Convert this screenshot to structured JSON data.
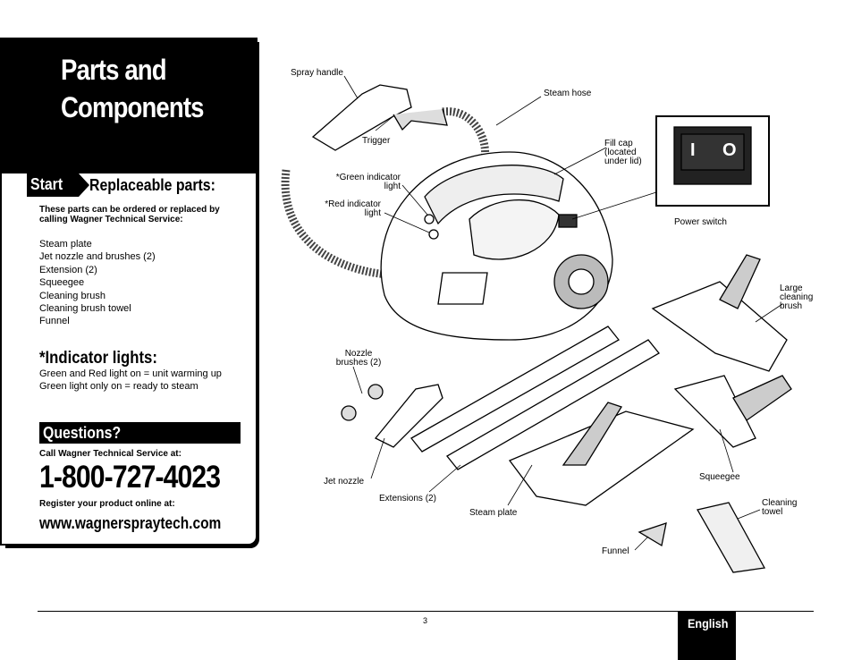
{
  "title": {
    "line1": "Parts and",
    "line2": "Components"
  },
  "start_tab": "Start",
  "replaceable": {
    "heading": "Replaceable parts:",
    "intro": "These parts can be ordered or replaced by calling Wagner Technical Service:",
    "items": [
      "Steam plate",
      "Jet nozzle and brushes (2)",
      "Extension (2)",
      "Squeegee",
      "Cleaning brush",
      "Cleaning brush towel",
      "Funnel"
    ]
  },
  "indicator": {
    "heading": "*Indicator lights:",
    "line1": "Green and Red light on = unit warming up",
    "line2": "Green light only on = ready to steam"
  },
  "questions": {
    "heading": "Questions?",
    "call": "Call Wagner Technical Service at:",
    "phone": "1-800-727-4023",
    "register": "Register your product online at:",
    "website": "www.wagnerspraytech.com"
  },
  "diagram_labels": {
    "spray_handle": "Spray handle",
    "steam_hose": "Steam hose",
    "trigger": "Trigger",
    "fill_cap": [
      "Fill cap",
      "(located",
      "under lid)"
    ],
    "green_indicator": [
      "*Green indicator",
      "light"
    ],
    "red_indicator": [
      "*Red indicator",
      "light"
    ],
    "power_switch": "Power switch",
    "switch_on": "I",
    "switch_off": "O",
    "large_brush": [
      "Large",
      "cleaning",
      "brush"
    ],
    "nozzle_brushes": [
      "Nozzle",
      "brushes (2)"
    ],
    "jet_nozzle": "Jet nozzle",
    "extensions": "Extensions (2)",
    "steam_plate": "Steam plate",
    "squeegee": "Squeegee",
    "cleaning_towel": [
      "Cleaning",
      "towel"
    ],
    "funnel": "Funnel"
  },
  "footer": {
    "page_number": "3",
    "language": "English"
  }
}
